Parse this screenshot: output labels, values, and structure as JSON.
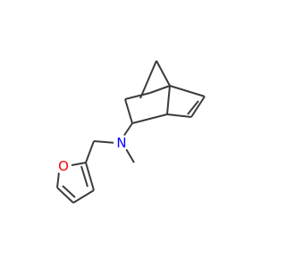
{
  "structure": {
    "atoms": [
      {
        "id": "N",
        "label": "N",
        "color": "#0000ff"
      },
      {
        "id": "O",
        "label": "O",
        "color": "#ff0000"
      }
    ],
    "colors": {
      "bond": "#3c3c3c",
      "background": "#ffffff"
    }
  }
}
